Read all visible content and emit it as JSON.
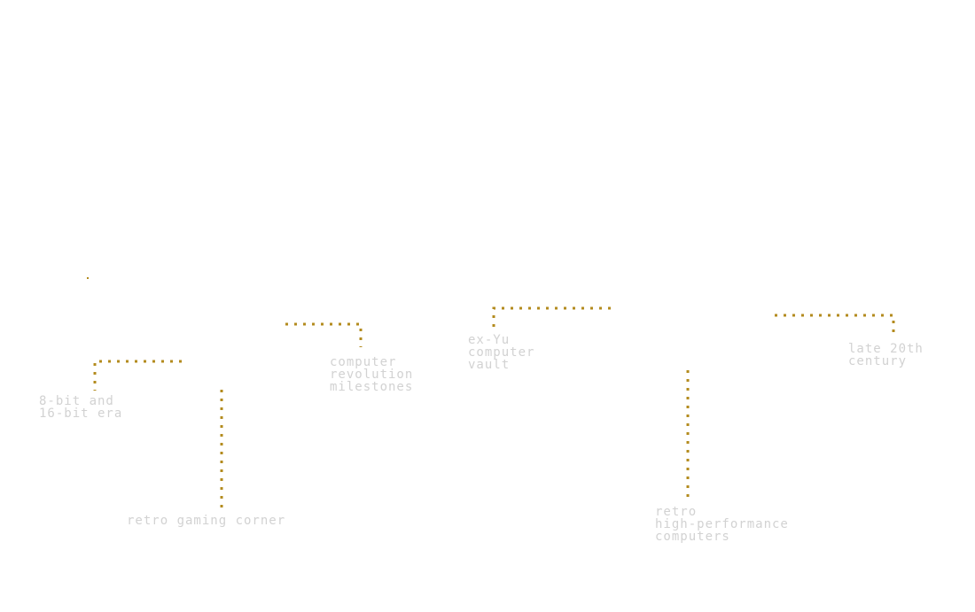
{
  "colors": {
    "background": "#ffffff",
    "connector": "#b38b1e",
    "label_text": "#d2d2d2"
  },
  "labels": [
    {
      "id": "8-bit-and-16-bit-era",
      "lines": [
        "8-bit and",
        "16-bit era"
      ]
    },
    {
      "id": "retro-gaming-corner",
      "lines": [
        "retro gaming corner"
      ]
    },
    {
      "id": "computer-revolution-milestones",
      "lines": [
        "computer",
        "revolution",
        "milestones"
      ]
    },
    {
      "id": "ex-yu-computer-vault",
      "lines": [
        "ex-Yu",
        "computer",
        "vault"
      ]
    },
    {
      "id": "retro-high-performance-computers",
      "lines": [
        "retro",
        "high-performance",
        "computers"
      ]
    },
    {
      "id": "late-20th-century",
      "lines": [
        "late 20th",
        "century"
      ]
    }
  ]
}
